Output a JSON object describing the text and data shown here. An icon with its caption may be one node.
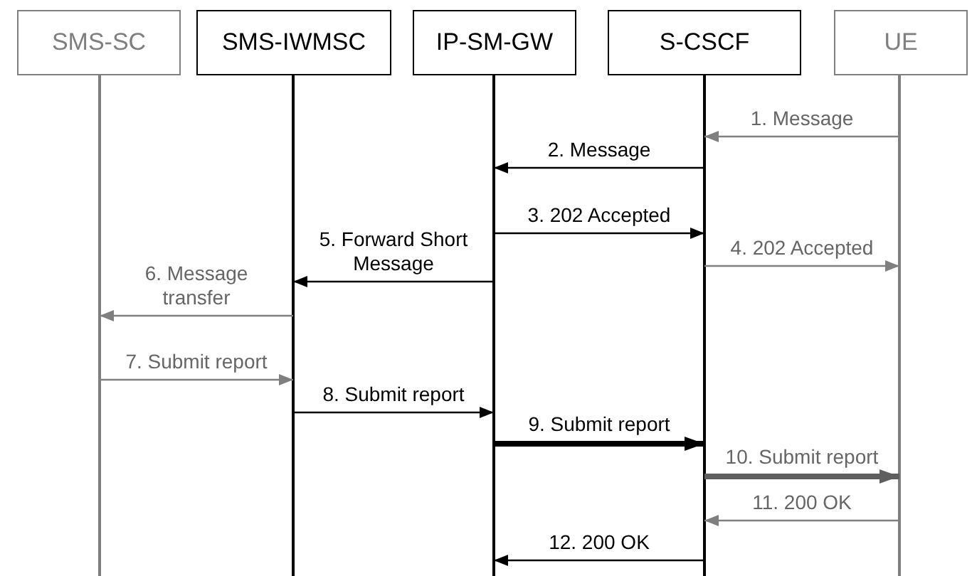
{
  "diagram": {
    "nodes": [
      {
        "text": [
          "SMS-SC"
        ]
      },
      {
        "text": [
          "SMS-IWMSC"
        ]
      },
      {
        "text": [
          "IP-SM-GW"
        ]
      },
      {
        "text": [
          "S-CSCF"
        ]
      },
      {
        "text": [
          "UE"
        ]
      }
    ],
    "edges": [
      {
        "from": 4,
        "to": 3,
        "arrow": "to",
        "label": "1. Message",
        "color": "#7f7f7f"
      },
      {
        "from": 3,
        "to": 2,
        "arrow": "to",
        "label": "2. Message"
      },
      {
        "from": 2,
        "to": 3,
        "arrow": "to",
        "label": "3. 202 Accepted"
      },
      {
        "from": 3,
        "to": 4,
        "arrow": "to",
        "label": "4. 202 Accepted",
        "color": "#7f7f7f"
      },
      {
        "from": 2,
        "to": 1,
        "arrow": "to",
        "label": "5. Forward Short Message"
      },
      {
        "from": 1,
        "to": 0,
        "arrow": "to",
        "label": "6. Message transfer",
        "color": "#7f7f7f"
      },
      {
        "from": 0,
        "to": 1,
        "arrow": "to",
        "label": "7. Submit report",
        "color": "#7f7f7f"
      },
      {
        "from": 1,
        "to": 2,
        "arrow": "to",
        "label": "8. Submit report"
      },
      {
        "from": 2,
        "to": 3,
        "arrow": "to",
        "label": "9. Submit report",
        "style": "thick"
      },
      {
        "from": 3,
        "to": 4,
        "arrow": "to",
        "label": "10. Submit report",
        "style": "thick",
        "color": "#5f5f5f"
      },
      {
        "from": 4,
        "to": 3,
        "arrow": "to",
        "label": "11. 200 OK",
        "color": "#7f7f7f"
      },
      {
        "from": 3,
        "to": 2,
        "arrow": "to",
        "label": "12. 200 OK"
      }
    ]
  }
}
